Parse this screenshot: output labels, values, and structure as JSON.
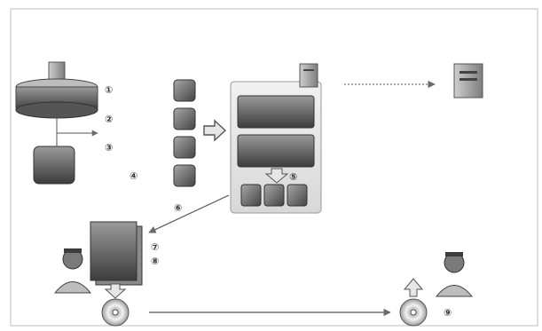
{
  "header": {
    "caption": ""
  },
  "steps": [
    {
      "marker": "①",
      "label": ""
    },
    {
      "marker": "②",
      "label": ""
    },
    {
      "marker": "③",
      "label": ""
    },
    {
      "marker": "④",
      "label": ""
    }
  ],
  "panel": {
    "title": "",
    "marker": "⑤"
  },
  "marker_6": "⑥",
  "doc_steps": [
    {
      "marker": "⑦",
      "label": ""
    },
    {
      "marker": "⑧",
      "label": ""
    }
  ],
  "marker_9": {
    "marker": "⑨",
    "label": ""
  },
  "right_server": {
    "label": ""
  },
  "bottom_arrow": {
    "label": ""
  }
}
